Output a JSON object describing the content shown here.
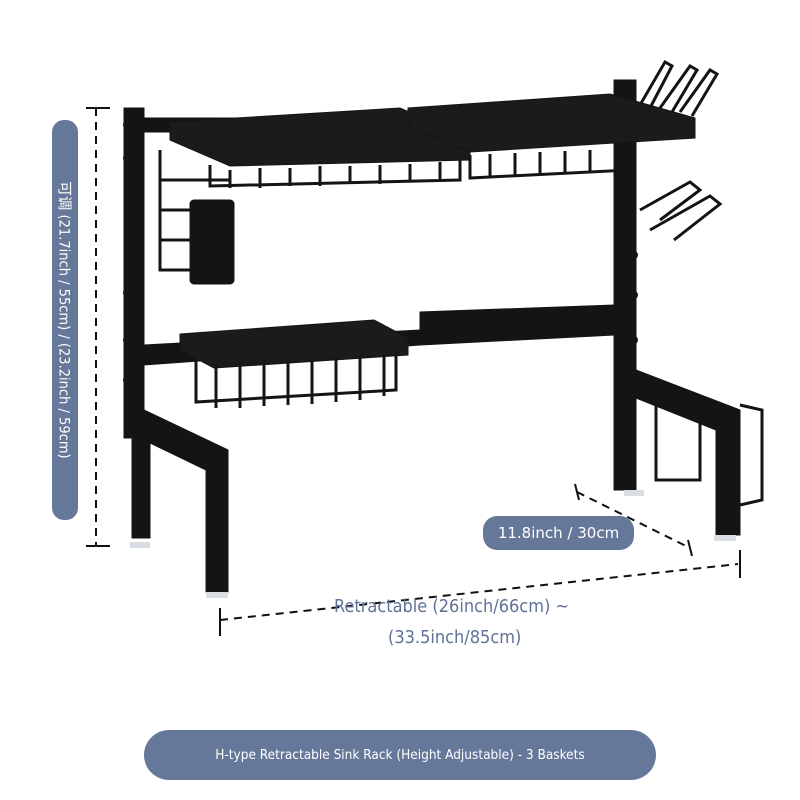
{
  "dimensions": {
    "height_label": "可调 (21.7inch / 55cm) / (23.2inch / 59cm)",
    "depth_label": "11.8inch / 30cm",
    "width_label_line1": "Retractable (26inch/66cm) ~",
    "width_label_line2": "(33.5inch/85cm)"
  },
  "caption": "H-type Retractable Sink Rack (Height Adjustable) - 3 Baskets",
  "colors": {
    "label_pill": "#66789a",
    "rack": "#141414",
    "retract_text": "#5e7298"
  }
}
